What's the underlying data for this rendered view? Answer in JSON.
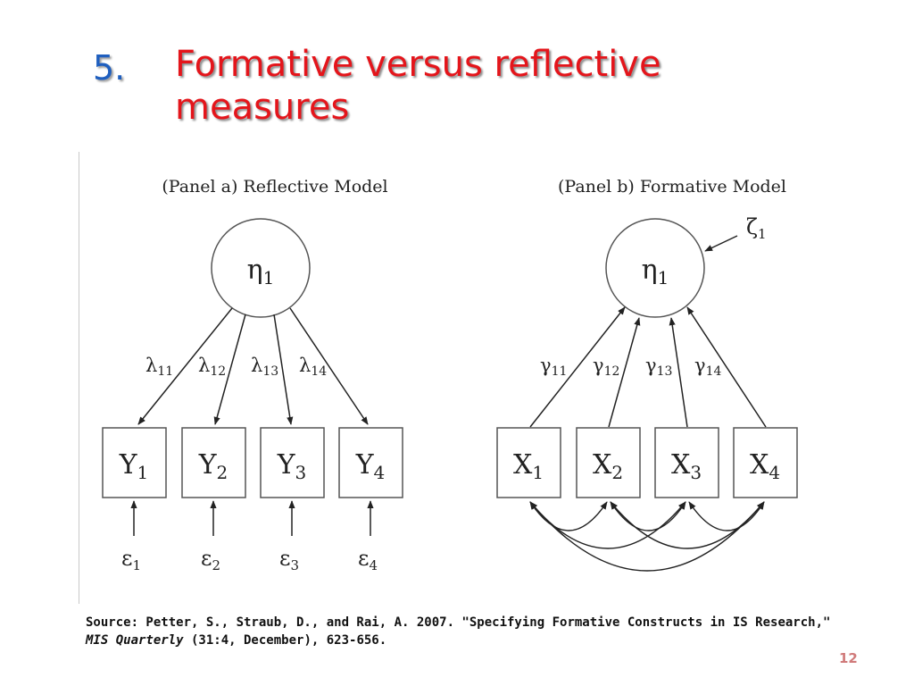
{
  "title": {
    "number": "5.",
    "line1": "Formative versus reflective",
    "line2": "measures"
  },
  "panel_a": {
    "heading": "(Panel a) Reflective Model",
    "latent": {
      "symbol": "η",
      "sub": "1"
    },
    "loadings": [
      {
        "symbol": "λ",
        "sub": "11"
      },
      {
        "symbol": "λ",
        "sub": "12"
      },
      {
        "symbol": "λ",
        "sub": "13"
      },
      {
        "symbol": "λ",
        "sub": "14"
      }
    ],
    "indicators": [
      {
        "symbol": "Y",
        "sub": "1"
      },
      {
        "symbol": "Y",
        "sub": "2"
      },
      {
        "symbol": "Y",
        "sub": "3"
      },
      {
        "symbol": "Y",
        "sub": "4"
      }
    ],
    "errors": [
      {
        "symbol": "ε",
        "sub": "1"
      },
      {
        "symbol": "ε",
        "sub": "2"
      },
      {
        "symbol": "ε",
        "sub": "3"
      },
      {
        "symbol": "ε",
        "sub": "4"
      }
    ]
  },
  "panel_b": {
    "heading": "(Panel b) Formative Model",
    "latent": {
      "symbol": "η",
      "sub": "1"
    },
    "disturbance": {
      "symbol": "ζ",
      "sub": "1"
    },
    "weights": [
      {
        "symbol": "γ",
        "sub": "11"
      },
      {
        "symbol": "γ",
        "sub": "12"
      },
      {
        "symbol": "γ",
        "sub": "13"
      },
      {
        "symbol": "γ",
        "sub": "14"
      }
    ],
    "indicators": [
      {
        "symbol": "X",
        "sub": "1"
      },
      {
        "symbol": "X",
        "sub": "2"
      },
      {
        "symbol": "X",
        "sub": "3"
      },
      {
        "symbol": "X",
        "sub": "4"
      }
    ]
  },
  "source": {
    "prefix": "Source: Petter, S., Straub, D., and Rai, A. 2007. \"Specifying Formative Constructs in IS Research,\" ",
    "journal": "MIS Quarterly",
    "suffix": " (31:4, December), 623-656."
  },
  "page_number": "12"
}
